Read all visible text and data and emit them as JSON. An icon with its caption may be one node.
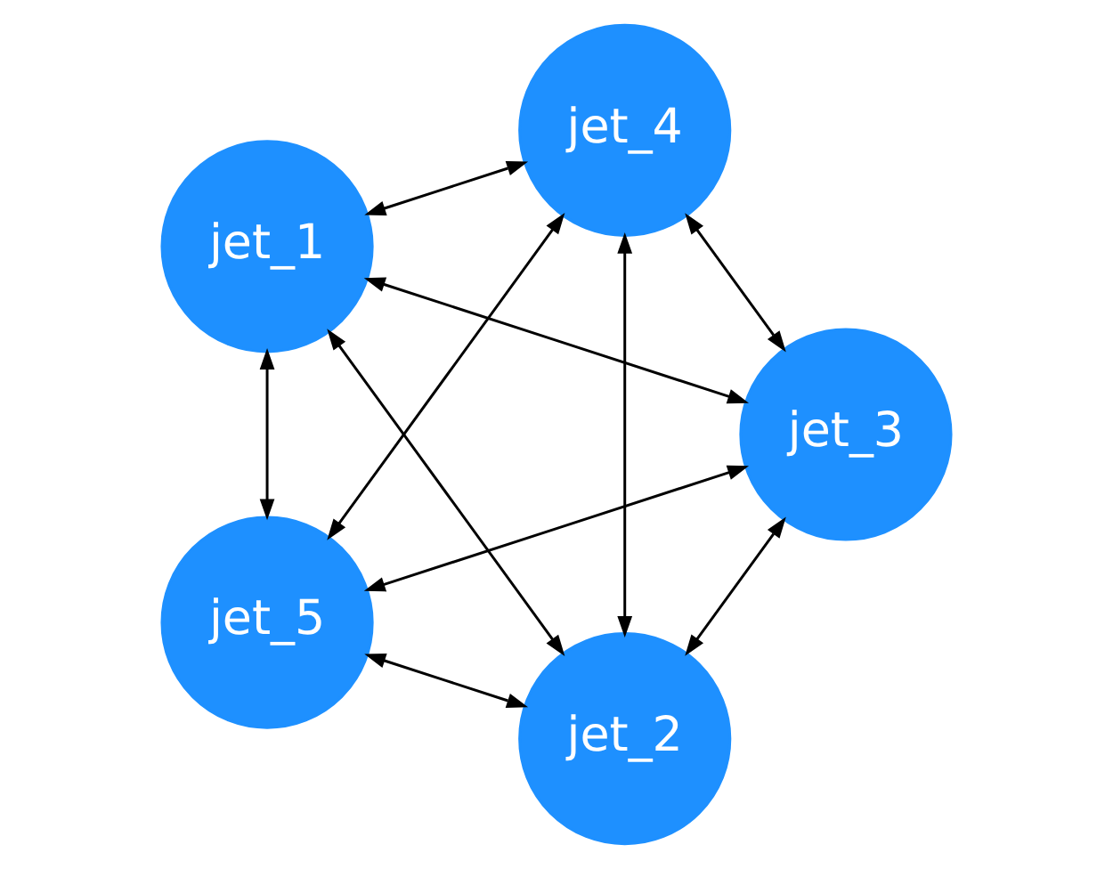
{
  "diagram": {
    "nodes": [
      {
        "text": [
          "jet_2"
        ]
      },
      {
        "text": [
          "jet_3"
        ]
      },
      {
        "text": [
          "jet_1"
        ]
      },
      {
        "text": [
          "jet_4"
        ]
      },
      {
        "text": [
          "jet_5"
        ]
      }
    ],
    "edges": [
      {
        "from": 1,
        "to": 0,
        "arrow": "both"
      },
      {
        "from": 0,
        "to": 2,
        "arrow": "both"
      },
      {
        "from": 0,
        "to": 3,
        "arrow": "both"
      },
      {
        "from": 0,
        "to": 4,
        "arrow": "both"
      },
      {
        "from": 1,
        "to": 2,
        "arrow": "both"
      },
      {
        "from": 1,
        "to": 3,
        "arrow": "both"
      },
      {
        "from": 1,
        "to": 4,
        "arrow": "both"
      },
      {
        "from": 3,
        "to": 2,
        "arrow": "both"
      },
      {
        "from": 2,
        "to": 4,
        "arrow": "both"
      },
      {
        "from": 3,
        "to": 4,
        "arrow": "both"
      }
    ]
  }
}
